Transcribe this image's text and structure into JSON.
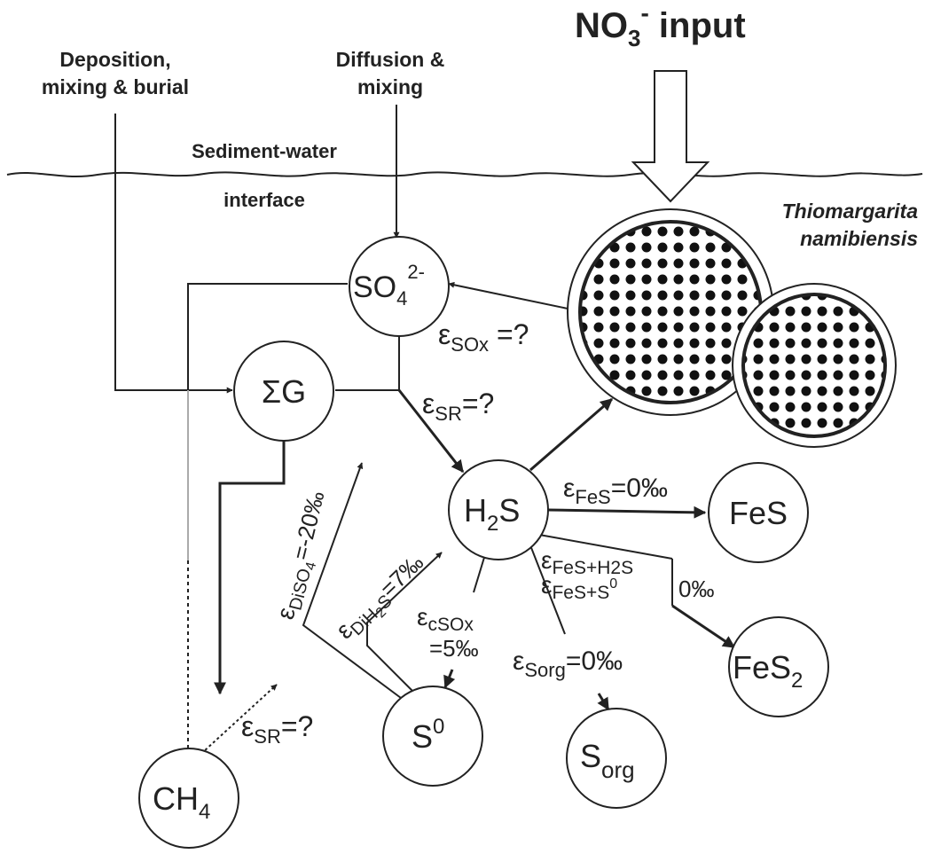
{
  "labels": {
    "no3_main": "NO",
    "no3_sub": "3",
    "no3_sup": "-",
    "no3_rest": " input",
    "deposition_line1": "Deposition,",
    "deposition_line2": "mixing & burial",
    "diffusion_line1": "Diffusion &",
    "diffusion_line2": "mixing",
    "sediment_water": "Sediment-water",
    "interface": "interface",
    "thio_line1": "Thiomargarita",
    "thio_line2": "namibiensis"
  },
  "nodes": {
    "so4_main": "SO",
    "so4_sub": "4",
    "so4_sup": "2-",
    "sigma_g": "ΣG",
    "h2s_a": "H",
    "h2s_sub": "2",
    "h2s_b": "S",
    "fes": "FeS",
    "fes2_main": "FeS",
    "fes2_sub": "2",
    "s0_main": "S",
    "s0_sup": "0",
    "sorg_main": "S",
    "sorg_sub": "org",
    "ch4_main": "CH",
    "ch4_sub": "4"
  },
  "epsilons": {
    "symbol": "ε",
    "sox_sub": "SOx",
    "sox_val": " =?",
    "sr_sub": "SR",
    "sr_val": "=?",
    "fes_sub": "FeS",
    "fes_val": "=0‰",
    "fesh2s_sub": "FeS+H2S",
    "fess0_sub": "FeS+S",
    "fess0_sup": "0",
    "zero": "0‰",
    "csox_sub": "cSOx",
    "csox_val": "=5‰",
    "sorg_sub": "Sorg",
    "sorg_val": "=0‰",
    "dih2s_sub": "DiH",
    "dih2s_sub2": "2",
    "dih2s_sub3": "S",
    "dih2s_val": "=7‰",
    "diso4_sub": "DiSO",
    "diso4_sub2": "4",
    "diso4_val": "=-20‰",
    "sr2_sub": "SR",
    "sr2_val": "=?"
  }
}
